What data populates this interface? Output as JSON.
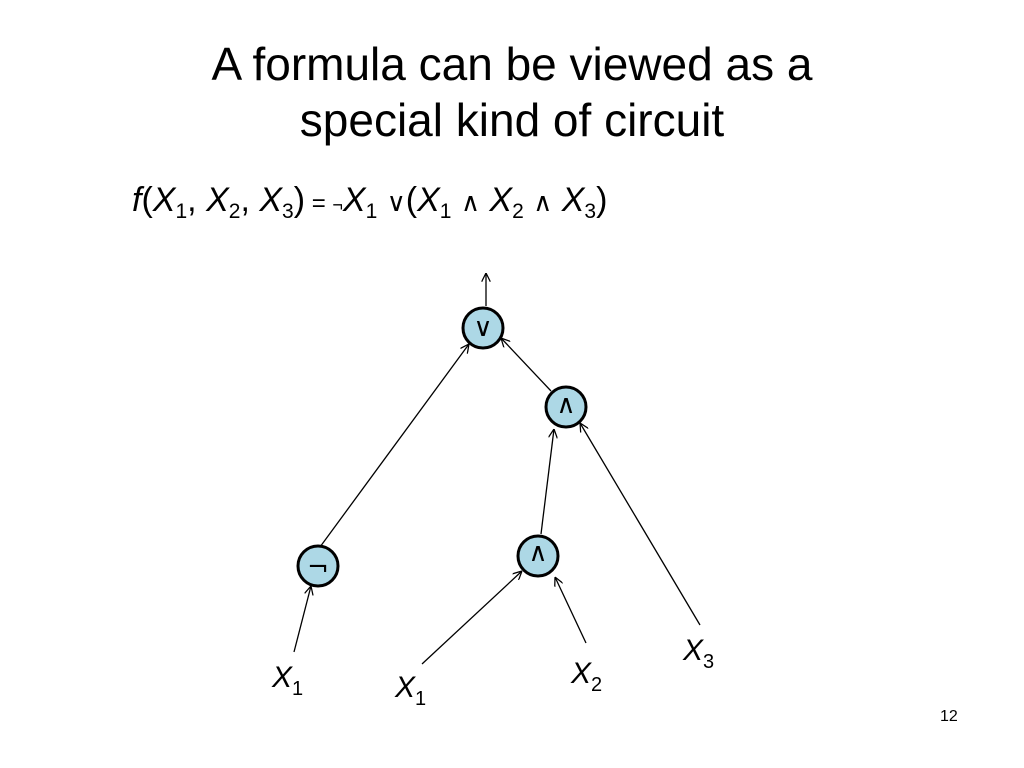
{
  "slide": {
    "title_line1": "A formula can be viewed as a",
    "title_line2": "special kind of circuit",
    "page_number": "12"
  },
  "formula": {
    "func": "f",
    "open": "(",
    "var": "X",
    "s1": "1",
    "s2": "2",
    "s3": "3",
    "comma": ", ",
    "close": ")",
    "equals": " = ",
    "not": "¬",
    "or": "∨",
    "and": "∧"
  },
  "diagram": {
    "gates": [
      {
        "id": "or-gate",
        "symbol": "∨"
      },
      {
        "id": "and-gate-upper",
        "symbol": "∧"
      },
      {
        "id": "not-gate",
        "symbol": "¬"
      },
      {
        "id": "and-gate-lower",
        "symbol": "∧"
      }
    ],
    "inputs": [
      {
        "id": "input-x1-left",
        "var": "X",
        "sub": "1"
      },
      {
        "id": "input-x1-middle",
        "var": "X",
        "sub": "1"
      },
      {
        "id": "input-x2",
        "var": "X",
        "sub": "2"
      },
      {
        "id": "input-x3",
        "var": "X",
        "sub": "3"
      }
    ]
  }
}
